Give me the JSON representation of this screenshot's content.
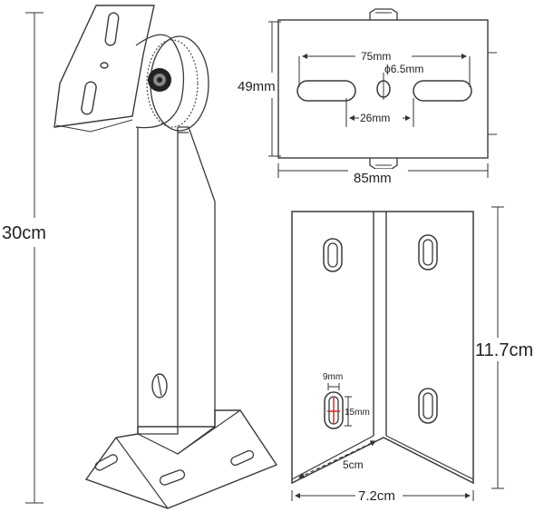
{
  "dimensions": {
    "total_height": "30cm",
    "mount_plate_height": "49mm",
    "mount_plate_width": "85mm",
    "slot_span": "75mm",
    "center_hole": "ϕ6.5mm",
    "inner_slot_gap": "26mm",
    "base_height": "11.7cm",
    "base_width": "7.2cm",
    "base_wing": "5cm",
    "slot_width": "9mm",
    "slot_length": "15mm"
  },
  "colors": {
    "line": "#3a3a3a",
    "accent_red": "#cc2222",
    "background": "#ffffff"
  }
}
